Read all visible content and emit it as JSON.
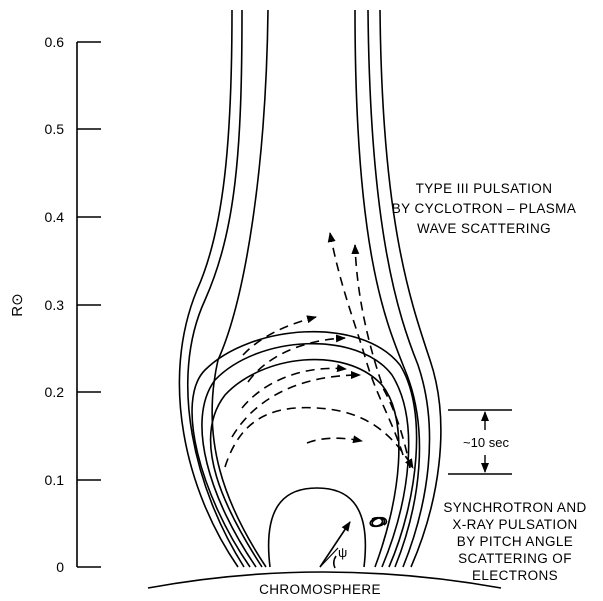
{
  "axis": {
    "label": "R⊙",
    "ticks": [
      "0",
      "0.1",
      "0.2",
      "0.3",
      "0.4",
      "0.5",
      "0.6"
    ]
  },
  "labels": {
    "surface": "CHROMOSPHERE",
    "angle_symbol": "ψ",
    "type3": [
      "TYPE III PULSATION",
      "BY CYCLOTRON – PLASMA",
      "WAVE SCATTERING"
    ],
    "synchrotron": [
      "SYNCHROTRON AND",
      "X-RAY PULSATION",
      "BY PITCH ANGLE",
      "SCATTERING OF",
      "ELECTRONS"
    ],
    "period": "~10 sec"
  }
}
